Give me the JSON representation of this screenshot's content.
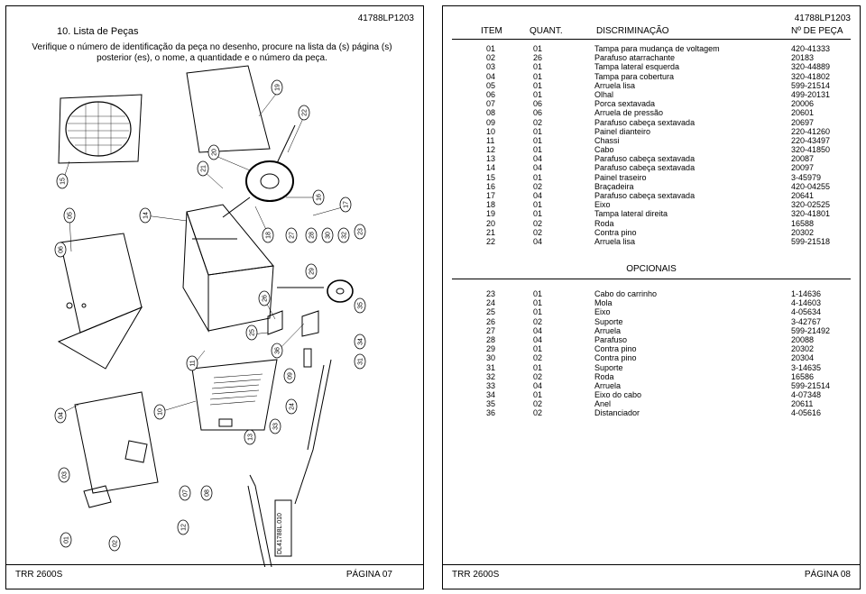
{
  "left_page": {
    "doc_code": "41788LP1203",
    "title": "10. Lista de Peças",
    "instruction": "Verifique o número de identificação da peça no desenho, procure na lista da (s) página (s) posterior (es), o nome, a quantidade e o número da peça.",
    "footer_model": "TRR 2600S",
    "footer_page": "PÁGINA 07",
    "drawing_code": "DL41788L.010",
    "callouts": [
      "19",
      "22",
      "20",
      "21",
      "15",
      "05",
      "14",
      "16",
      "17",
      "06",
      "18",
      "27",
      "28",
      "30",
      "32",
      "23",
      "29",
      "26",
      "35",
      "25",
      "11",
      "36",
      "34",
      "31",
      "09",
      "10",
      "24",
      "04",
      "13",
      "33",
      "03",
      "07",
      "08",
      "12",
      "01",
      "02"
    ]
  },
  "right_page": {
    "doc_code": "41788LP1203",
    "headers": {
      "item": "ITEM",
      "qty": "QUANT.",
      "desc": "DISCRIMINAÇÃO",
      "part": "Nº DE PEÇA"
    },
    "parts": [
      {
        "item": "01",
        "qty": "01",
        "desc": "Tampa para mudança de voltagem",
        "part": "420-41333"
      },
      {
        "item": "02",
        "qty": "26",
        "desc": "Parafuso atarrachante",
        "part": "20183"
      },
      {
        "item": "03",
        "qty": "01",
        "desc": "Tampa lateral esquerda",
        "part": "320-44889"
      },
      {
        "item": "04",
        "qty": "01",
        "desc": "Tampa para cobertura",
        "part": "320-41802"
      },
      {
        "item": "05",
        "qty": "01",
        "desc": "Arruela lisa",
        "part": "599-21514"
      },
      {
        "item": "06",
        "qty": "01",
        "desc": "Olhal",
        "part": "499-20131"
      },
      {
        "item": "07",
        "qty": "06",
        "desc": "Porca sextavada",
        "part": "20006"
      },
      {
        "item": "08",
        "qty": "06",
        "desc": "Arruela de pressão",
        "part": "20601"
      },
      {
        "item": "09",
        "qty": "02",
        "desc": "Parafuso cabeça sextavada",
        "part": "20697"
      },
      {
        "item": "10",
        "qty": "01",
        "desc": "Painel dianteiro",
        "part": "220-41260"
      },
      {
        "item": "11",
        "qty": "01",
        "desc": "Chassi",
        "part": "220-43497"
      },
      {
        "item": "12",
        "qty": "01",
        "desc": "Cabo",
        "part": "320-41850"
      },
      {
        "item": "13",
        "qty": "04",
        "desc": "Parafuso cabeça sextavada",
        "part": "20087"
      },
      {
        "item": "14",
        "qty": "04",
        "desc": "Parafuso cabeça sextavada",
        "part": "20097"
      },
      {
        "item": "15",
        "qty": "01",
        "desc": "Painel traseiro",
        "part": "3-45979"
      },
      {
        "item": "16",
        "qty": "02",
        "desc": "Braçadeira",
        "part": "420-04255"
      },
      {
        "item": "17",
        "qty": "04",
        "desc": "Parafuso cabeça sextavada",
        "part": "20641"
      },
      {
        "item": "18",
        "qty": "01",
        "desc": "Eixo",
        "part": "320-02525"
      },
      {
        "item": "19",
        "qty": "01",
        "desc": "Tampa lateral direita",
        "part": "320-41801"
      },
      {
        "item": "20",
        "qty": "02",
        "desc": "Roda",
        "part": "16588"
      },
      {
        "item": "21",
        "qty": "02",
        "desc": "Contra pino",
        "part": "20302"
      },
      {
        "item": "22",
        "qty": "04",
        "desc": "Arruela lisa",
        "part": "599-21518"
      }
    ],
    "optional_title": "OPCIONAIS",
    "optional_parts": [
      {
        "item": "23",
        "qty": "01",
        "desc": "Cabo do carrinho",
        "part": "1-14636"
      },
      {
        "item": "24",
        "qty": "01",
        "desc": "Mola",
        "part": "4-14603"
      },
      {
        "item": "25",
        "qty": "01",
        "desc": "Eixo",
        "part": "4-05634"
      },
      {
        "item": "26",
        "qty": "02",
        "desc": "Suporte",
        "part": "3-42767"
      },
      {
        "item": "27",
        "qty": "04",
        "desc": "Arruela",
        "part": "599-21492"
      },
      {
        "item": "28",
        "qty": "04",
        "desc": "Parafuso",
        "part": "20088"
      },
      {
        "item": "29",
        "qty": "01",
        "desc": "Contra pino",
        "part": "20302"
      },
      {
        "item": "30",
        "qty": "02",
        "desc": "Contra pino",
        "part": "20304"
      },
      {
        "item": "31",
        "qty": "01",
        "desc": "Suporte",
        "part": "3-14635"
      },
      {
        "item": "32",
        "qty": "02",
        "desc": "Roda",
        "part": "16586"
      },
      {
        "item": "33",
        "qty": "04",
        "desc": "Arruela",
        "part": "599-21514"
      },
      {
        "item": "34",
        "qty": "01",
        "desc": "Eixo do cabo",
        "part": "4-07348"
      },
      {
        "item": "35",
        "qty": "02",
        "desc": "Anel",
        "part": "20611"
      },
      {
        "item": "36",
        "qty": "02",
        "desc": "Distanciador",
        "part": "4-05616"
      }
    ],
    "footer_model": "TRR 2600S",
    "footer_page": "PÁGINA 08"
  }
}
